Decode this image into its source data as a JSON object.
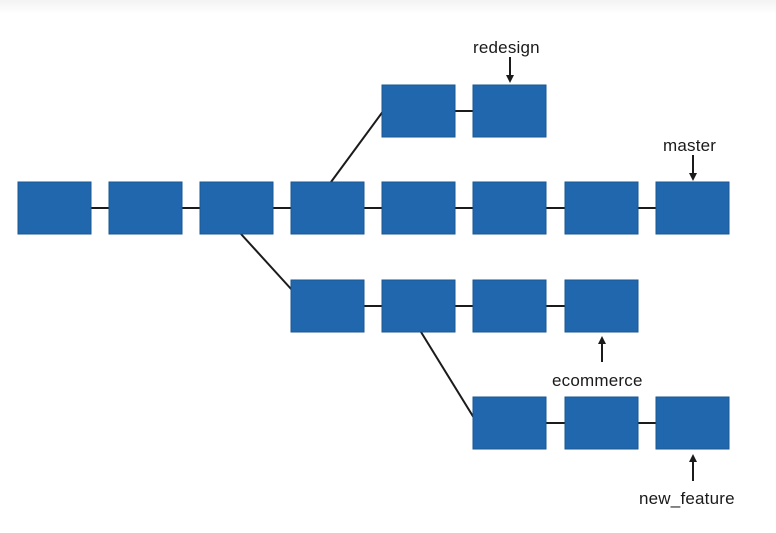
{
  "diagram": {
    "node_fill": "#2167ae",
    "node_stroke": "#1a5792",
    "line_color": "#1b1b1b",
    "labels": {
      "redesign": "redesign",
      "master": "master",
      "ecommerce": "ecommerce",
      "new_feature": "new_feature"
    },
    "branches": [
      {
        "name": "master",
        "commits": 8
      },
      {
        "name": "redesign",
        "commits": 2,
        "parent": "master",
        "from_commit": 4
      },
      {
        "name": "ecommerce",
        "commits": 4,
        "parent": "master",
        "from_commit": 3
      },
      {
        "name": "new_feature",
        "commits": 3,
        "parent": "ecommerce",
        "from_commit": 2
      }
    ]
  }
}
